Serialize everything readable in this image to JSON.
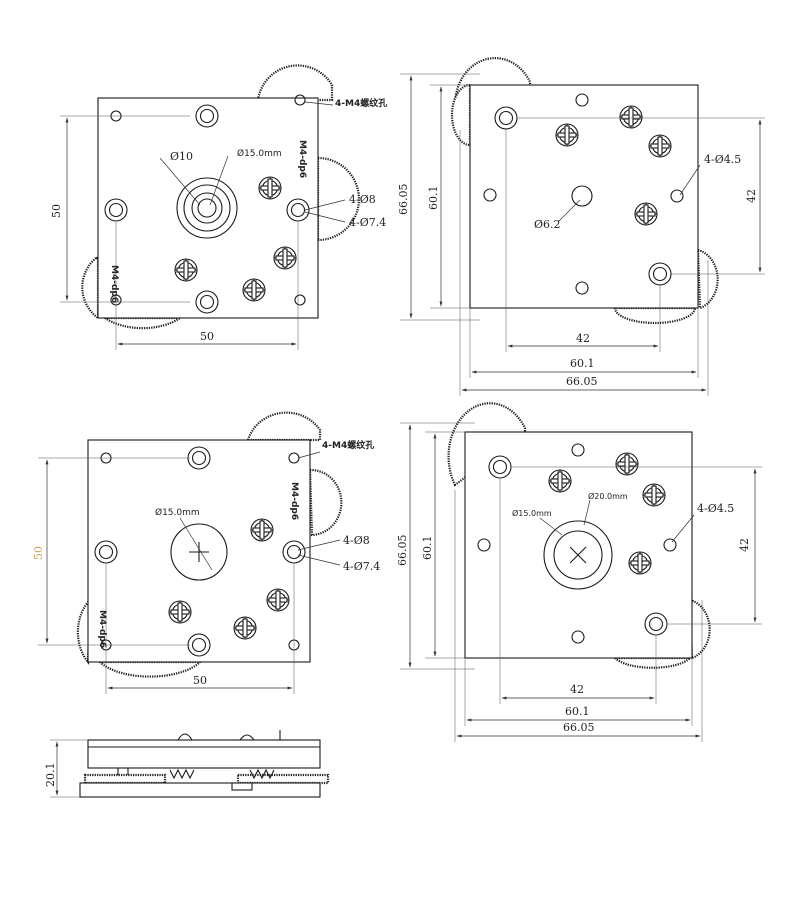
{
  "views": {
    "top_left": {
      "thread_note": "4-M4螺纹孔",
      "side_label_a": "M4-dp6",
      "side_label_b": "M4-dp6",
      "dia_10": "Ø10",
      "dia_15": "Ø15.0mm",
      "hole_8": "4-Ø8",
      "hole_7_4": "4-Ø7.4",
      "dim_vertical": "50",
      "dim_horizontal": "50"
    },
    "top_right": {
      "dim_66_05_v": "66.05",
      "dim_60_1_v": "60.1",
      "dia_6_2": "Ø6.2",
      "hole_4_5": "4-Ø4.5",
      "dim_42_v": "42",
      "dim_42_h": "42",
      "dim_60_1_h": "60.1",
      "dim_66_05_h": "66.05"
    },
    "mid_left": {
      "thread_note": "4-M4螺纹孔",
      "side_label_a": "M4-dp6",
      "side_label_b": "M4-dp6",
      "dia_15": "Ø15.0mm",
      "hole_8": "4-Ø8",
      "hole_7_4": "4-Ø7.4",
      "dim_vertical": "50",
      "dim_horizontal": "50"
    },
    "mid_right": {
      "dim_66_05_v": "66.05",
      "dim_60_1_v": "60.1",
      "dia_15": "Ø15.0mm",
      "dia_20": "Ø20.0mm",
      "hole_4_5": "4-Ø4.5",
      "dim_42_v": "42",
      "dim_42_h": "42",
      "dim_60_1_h": "60.1",
      "dim_66_05_h": "66.05"
    },
    "side": {
      "dim_height": "20.1"
    }
  }
}
